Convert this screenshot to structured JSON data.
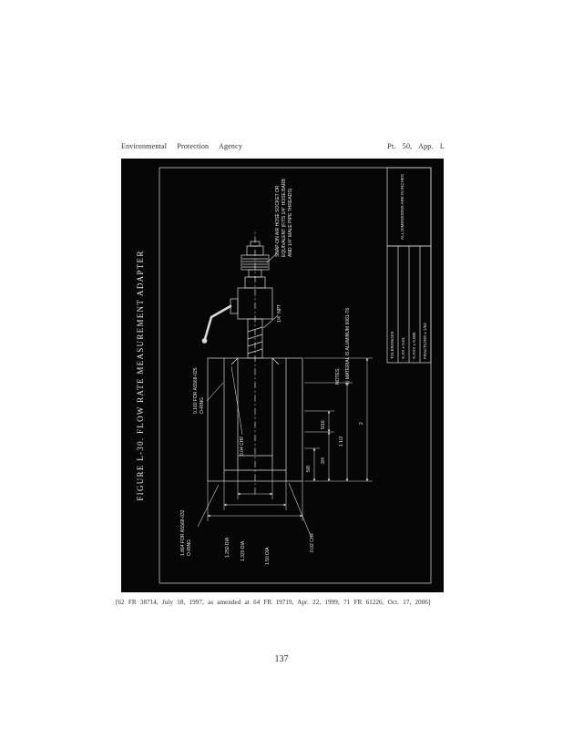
{
  "header": {
    "left": "Environmental Protection Agency",
    "right": "Pt. 50, App. L"
  },
  "figure": {
    "title": "FIGURE L-30. FLOW RATE MEASUREMENT ADAPTER",
    "labels": {
      "socket_line1": "SNAP-ON AIR HOSE SOCKET OR",
      "socket_line2": "EQUIVALENT (FITS 1/4\" HOSE BARB",
      "socket_line3": "AND 1/4\" MALE PIPE THREADS)",
      "npt": "1/4\" NPT",
      "oring_a_line1": "0.160 FOR AS568-025",
      "oring_a_line2": "O-RING",
      "oring_b_line1": "1.864 FOR AS568-032",
      "oring_b_line2": "O-RING",
      "chamfer_a": "0.04 CHF",
      "chamfer_b": "0.02 CHF"
    },
    "dimensions": {
      "dia_1": "1.250 DIA",
      "dia_2": "1.320 DIA",
      "dia_3": "1.50 DIA",
      "d_58": "5/8",
      "d_34": "3/4",
      "d_516": "5/16",
      "d_112": "1 1/2",
      "d_2": "2"
    },
    "notes": {
      "heading": "NOTES:",
      "note1": "1) MATERIAL IS ALUMINUM 6061-T6"
    },
    "titleblock": {
      "row1": "TOLERANCES",
      "row2": "X.XX ± 0.01",
      "row3": "X.XXX ± 0.005",
      "row4": "FRACTIONS ± 1/64",
      "units": "ALL DIMENSIONS ARE IN INCHES"
    }
  },
  "citation": "[62 FR 38714, July 18, 1997, as amended at 64 FR 19719, Apr. 22, 1999; 71 FR 61226, Oct. 17, 2006]",
  "page_number": "137"
}
